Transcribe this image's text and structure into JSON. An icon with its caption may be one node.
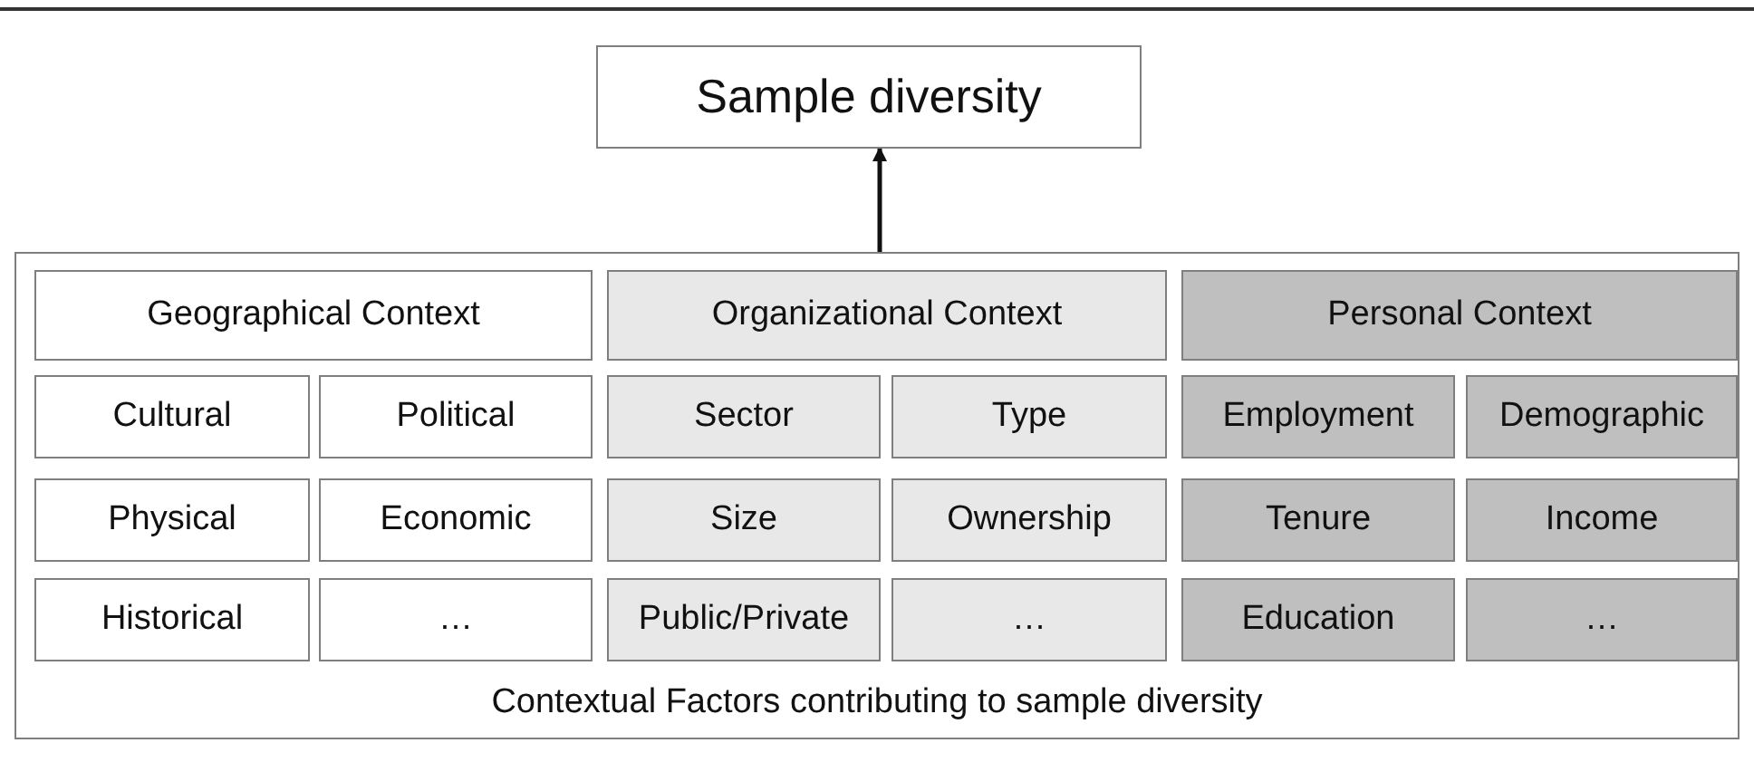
{
  "diagram": {
    "nodes": [
      {
        "text": [
          "Sample diversity"
        ]
      },
      {
        "text": [
          "Contextual Factors contributing to sample diversity"
        ]
      },
      {
        "text": [
          "Geographical Context"
        ],
        "in": 1
      },
      {
        "text": [
          "Organizational Context"
        ],
        "in": 1
      },
      {
        "text": [
          "Personal Context"
        ],
        "in": 1
      },
      {
        "text": [
          "Cultural"
        ],
        "in": 1
      },
      {
        "text": [
          "Political"
        ],
        "in": 1
      },
      {
        "text": [
          "Sector"
        ],
        "in": 1
      },
      {
        "text": [
          "Type"
        ],
        "in": 1
      },
      {
        "text": [
          "Employment"
        ],
        "in": 1
      },
      {
        "text": [
          "Demographic"
        ],
        "in": 1
      },
      {
        "text": [
          "Physical"
        ],
        "in": 1
      },
      {
        "text": [
          "Economic"
        ],
        "in": 1
      },
      {
        "text": [
          "Size"
        ],
        "in": 1
      },
      {
        "text": [
          "Ownership"
        ],
        "in": 1
      },
      {
        "text": [
          "Tenure"
        ],
        "in": 1
      },
      {
        "text": [
          "Income"
        ],
        "in": 1
      },
      {
        "text": [
          "Historical"
        ],
        "in": 1
      },
      {
        "text": [
          "…"
        ],
        "in": 1
      },
      {
        "text": [
          "Public/Private"
        ],
        "in": 1
      },
      {
        "text": [
          "…"
        ],
        "in": 1
      },
      {
        "text": [
          "Education"
        ],
        "in": 1
      },
      {
        "text": [
          "…"
        ],
        "in": 1
      }
    ],
    "edges": [
      {
        "from": 1,
        "to": 0,
        "arrow": "to"
      }
    ]
  }
}
